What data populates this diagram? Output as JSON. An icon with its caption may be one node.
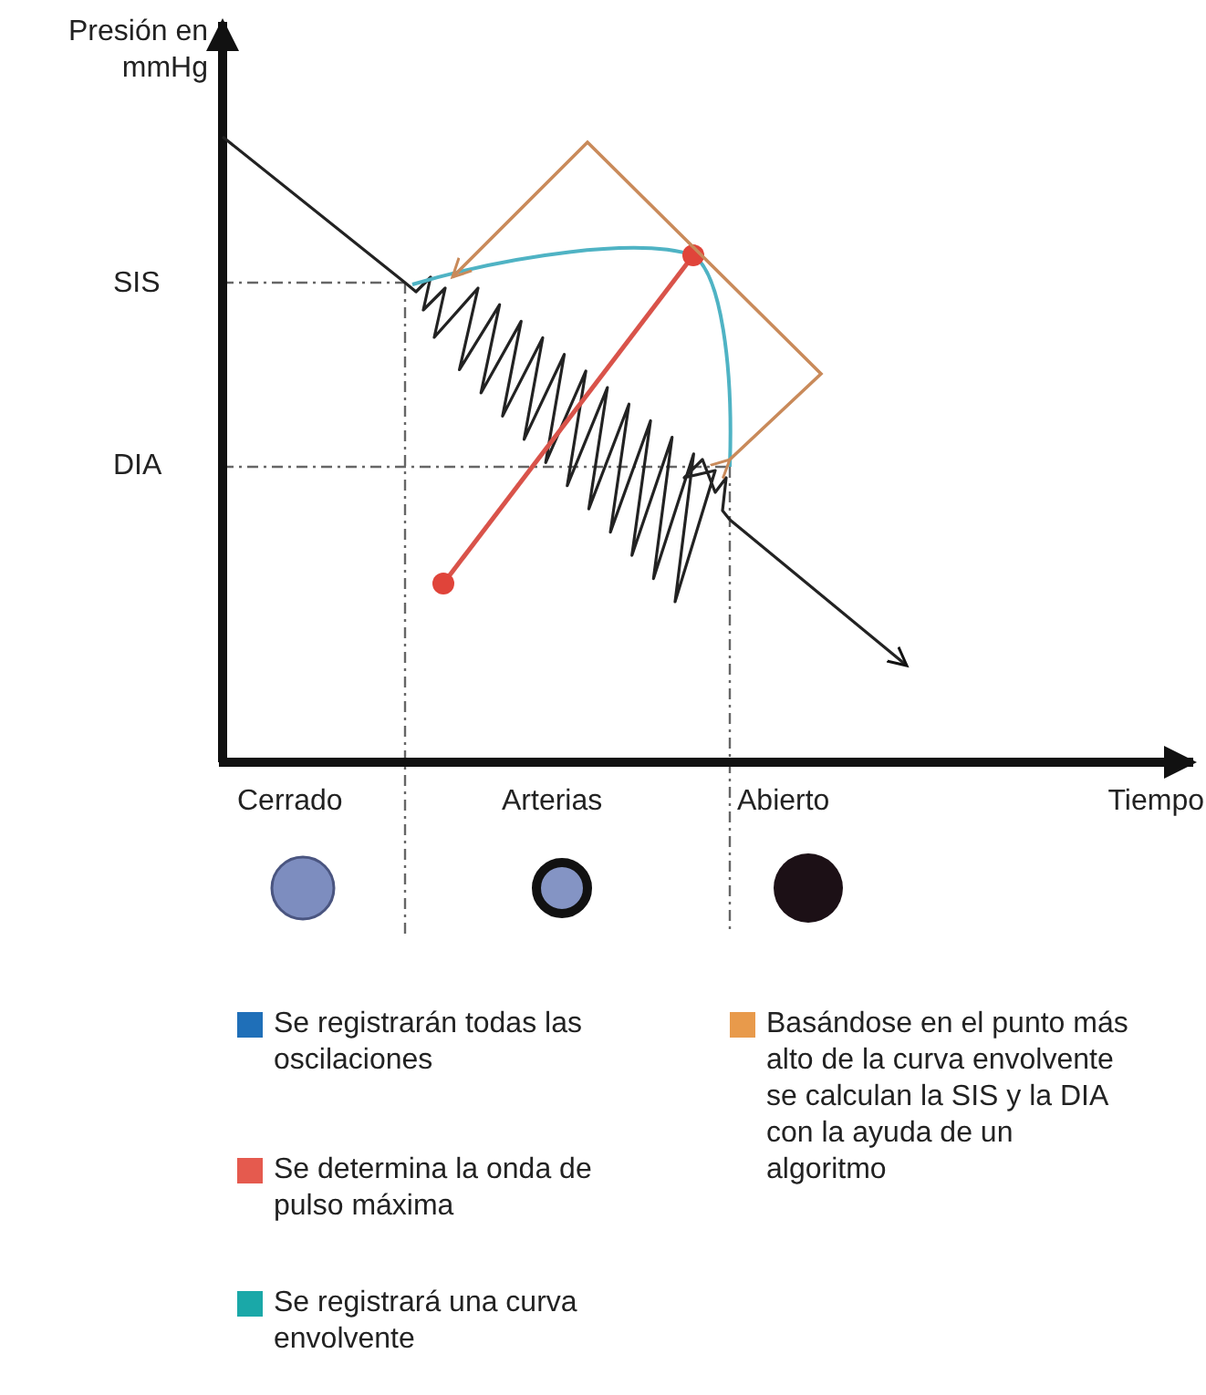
{
  "diagram": {
    "labels": [
      "Presión en mmHg",
      "SIS",
      "DIA",
      "Cerrado",
      "Arterias",
      "Abierto",
      "Tiempo"
    ],
    "legend": [
      {
        "text": "Se registrarán todas las oscilaciones",
        "color": "#1f6fb8"
      },
      {
        "text": "Se determina la onda de pulso máxima",
        "color": "#e55a4e"
      },
      {
        "text": "Se registrará una curva envolvente",
        "color": "#1aa8a8"
      },
      {
        "text": "Basándose en el punto más alto de la curva envolvente se calculan la SIS y la DIA con la ayuda de un algoritmo",
        "color": "#e89a4b"
      }
    ]
  }
}
